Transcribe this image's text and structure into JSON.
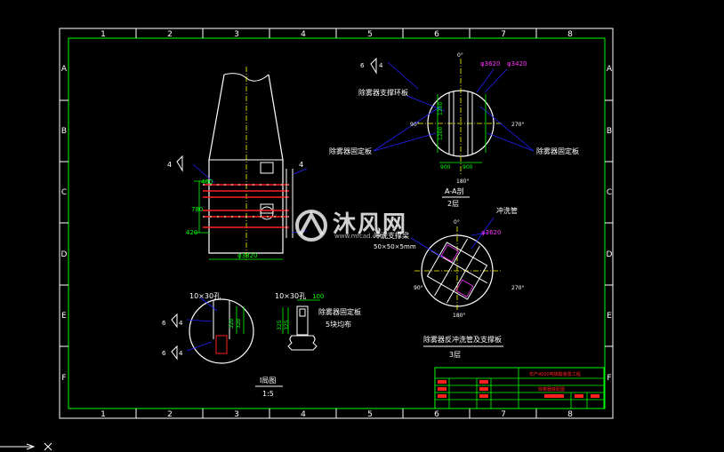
{
  "drawing": {
    "columns": [
      "1",
      "2",
      "3",
      "4",
      "5",
      "6",
      "7",
      "8"
    ],
    "rows": [
      "A",
      "B",
      "C",
      "D",
      "E",
      "F"
    ],
    "colors": {
      "frame": "#ffffff",
      "border": "#00ff00",
      "dim": "#00ff00",
      "leader": "#2222ff",
      "red": "#ff2020",
      "magenta": "#ff33ff",
      "cyan": "#00ffff",
      "yellow": "#ffff00"
    }
  },
  "front_view": {
    "section_marks": [
      "4",
      "4"
    ],
    "dims": [
      "400",
      "780",
      "420",
      "φ3820"
    ]
  },
  "section_AA": {
    "angles": [
      "0°",
      "90°",
      "180°",
      "270°"
    ],
    "diameters": [
      "φ3620",
      "φ3420"
    ],
    "dims": [
      "1200",
      "1200",
      "900",
      "900"
    ],
    "labels": [
      "除雾器支撑环板",
      "除雾器固定板",
      "除雾器固定板"
    ],
    "caption": "A-A剖",
    "sub": "2层"
  },
  "section_3": {
    "angles": [
      "0°",
      "90°",
      "180°",
      "270°"
    ],
    "diameters": [
      "φ3620"
    ],
    "labels": [
      "冲洗管",
      "冲洗支撑梁",
      "50×50×5mm"
    ],
    "caption": "除雾器反冲洗管及支撑板",
    "sub": "3层"
  },
  "detail_I": {
    "hole_note": "10×30孔",
    "dims": [
      "320",
      "320"
    ],
    "marks": [
      "6",
      "4",
      "6",
      "4"
    ],
    "caption": "I局图",
    "scale": "1:5"
  },
  "detail_plate": {
    "hole_note": "10×30孔",
    "dims": [
      "100",
      "325",
      "325"
    ],
    "labels": [
      "除雾器固定板",
      "5块均布"
    ]
  },
  "title_block": {
    "company": "年产4000吨硫酸装置工程",
    "drawing_name": "除雾器装配图"
  },
  "watermark": {
    "title": "沐风网",
    "url": "www.mfcad.com"
  }
}
